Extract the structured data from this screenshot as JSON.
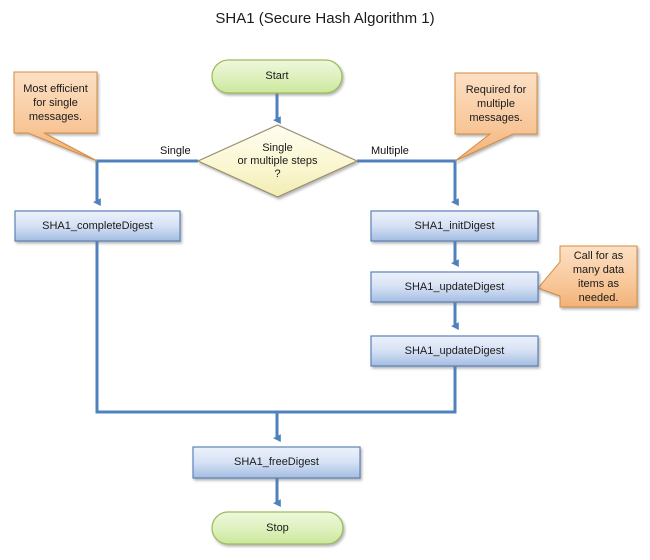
{
  "diagram": {
    "title": "SHA1 (Secure Hash Algorithm 1)",
    "type": "flowchart",
    "colors": {
      "terminator_fill_top": "#e7f5cf",
      "terminator_fill_bottom": "#cfe9a4",
      "terminator_border": "#9bbb59",
      "process_fill_top": "#e9eff9",
      "process_fill_bottom": "#a7c0e4",
      "process_border": "#5b82b8",
      "decision_fill_top": "#fdfce6",
      "decision_fill_bottom": "#f4efb8",
      "decision_border": "#9a8f6e",
      "callout_fill_top": "#fbddbf",
      "callout_fill_bottom": "#f3b982",
      "callout_border": "#d68c3f",
      "connector": "#4f81bd",
      "text": "#1a1a1a"
    },
    "nodes": [
      {
        "id": "start",
        "shape": "terminator",
        "label": "Start"
      },
      {
        "id": "decision",
        "shape": "diamond",
        "label": "Single\nor multiple steps\n?"
      },
      {
        "id": "complete",
        "shape": "process",
        "label": "SHA1_completeDigest"
      },
      {
        "id": "init",
        "shape": "process",
        "label": "SHA1_initDigest"
      },
      {
        "id": "update1",
        "shape": "process",
        "label": "SHA1_updateDigest"
      },
      {
        "id": "update2",
        "shape": "process",
        "label": "SHA1_updateDigest"
      },
      {
        "id": "free",
        "shape": "process",
        "label": "SHA1_freeDigest"
      },
      {
        "id": "stop",
        "shape": "terminator",
        "label": "Stop"
      }
    ],
    "edge_labels": [
      {
        "id": "single",
        "label": "Single"
      },
      {
        "id": "multiple",
        "label": "Multiple"
      }
    ],
    "callouts": [
      {
        "id": "left",
        "label": "Most efficient\nfor single\nmessages."
      },
      {
        "id": "right",
        "label": "Required for\nmultiple\nmessages."
      },
      {
        "id": "update",
        "label": "Call for as\nmany data\nitems as\nneeded."
      }
    ]
  }
}
